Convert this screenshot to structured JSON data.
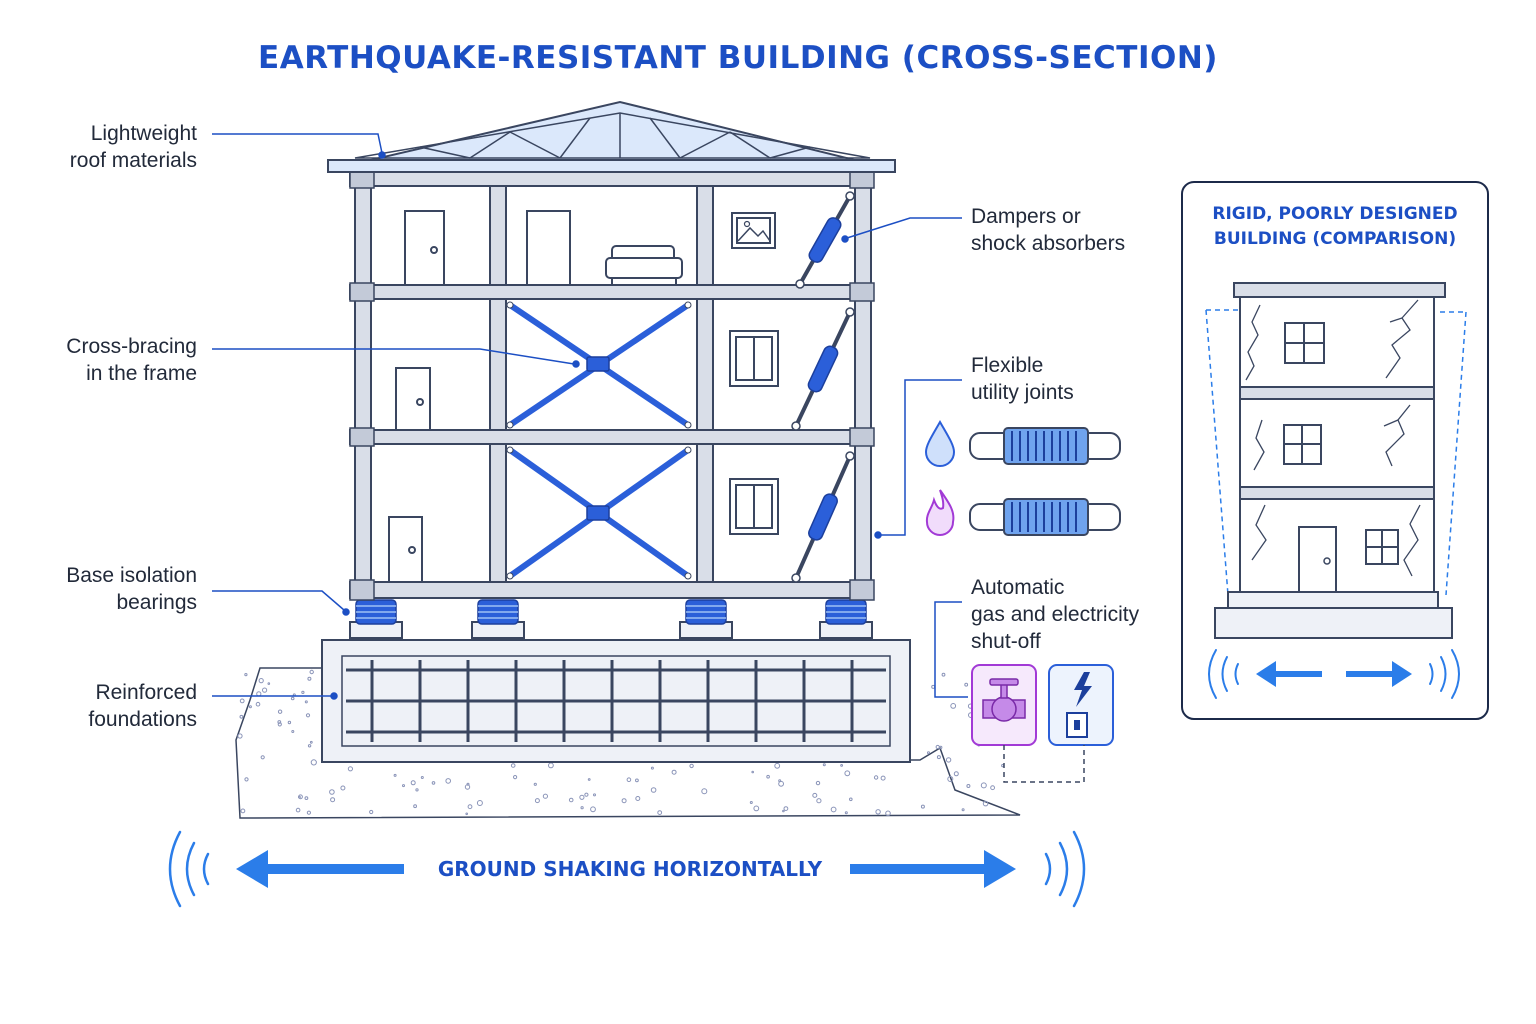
{
  "title": "EARTHQUAKE-RESISTANT BUILDING (CROSS-SECTION)",
  "labels": {
    "roof": [
      "Lightweight",
      "roof materials"
    ],
    "bracing": [
      "Cross-bracing",
      "in the frame"
    ],
    "isolation": [
      "Base isolation",
      "bearings"
    ],
    "foundations": [
      "Reinforced",
      "foundations"
    ],
    "dampers": [
      "Dampers or",
      "shock absorbers"
    ],
    "utility": [
      "Flexible",
      "utility joints"
    ],
    "shutoff": [
      "Automatic",
      "gas and electricity",
      "shut-off"
    ]
  },
  "ground_label": "GROUND SHAKING HORIZONTALLY",
  "comparison": {
    "title": [
      "RIGID, POORLY DESIGNED",
      "BUILDING (COMPARISON)"
    ]
  },
  "icons": {
    "water": "water-drop-icon",
    "gas": "flame-icon",
    "valve": "gas-valve-icon",
    "electric": "electric-switch-icon"
  },
  "colors": {
    "accent": "#1c4fc4",
    "bright_blue": "#2b7de9",
    "frame": "#3a4660",
    "beam_fill": "#d9dee8",
    "purple": "#a23ad6"
  }
}
